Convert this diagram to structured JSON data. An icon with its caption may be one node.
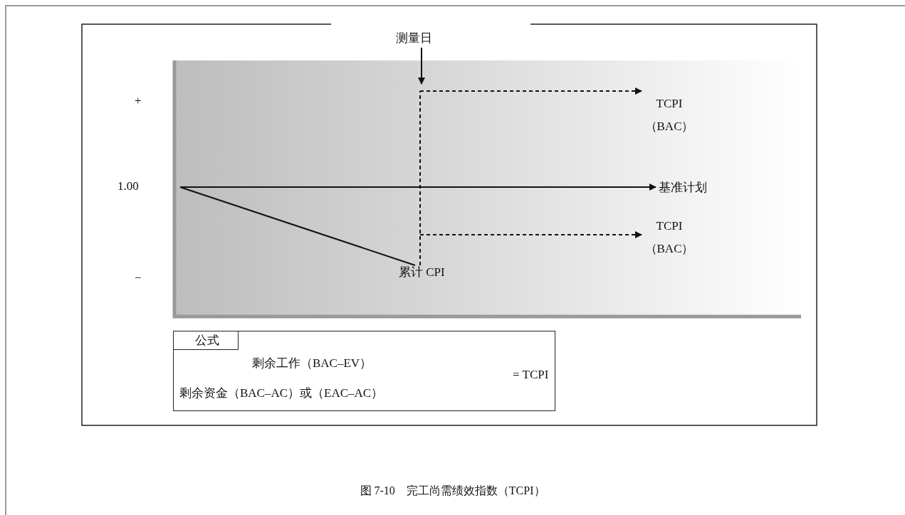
{
  "diagram": {
    "caption": "图 7-10　完工尚需绩效指数（TCPI）",
    "nodes": [
      {
        "text": [
          "测量日"
        ]
      },
      {
        "text": [
          "TCPI （BAC）"
        ]
      },
      {
        "text": [
          "基准计划"
        ]
      },
      {
        "text": [
          "TCPI （BAC）"
        ]
      },
      {
        "text": [
          "累计 CPI"
        ]
      },
      {
        "text": [
          "公式",
          "剩余工作（BAC–EV）",
          "剩余资金（BAC–AC）或（EAC–AC）",
          "= TCPI"
        ]
      }
    ],
    "edges": [
      {
        "from": 0,
        "to": null,
        "arrow": "to"
      },
      {
        "from": null,
        "to": 2,
        "arrow": "to"
      },
      {
        "from": null,
        "to": 1,
        "arrow": "to",
        "style": "dashed"
      },
      {
        "from": null,
        "to": 3,
        "arrow": "to",
        "style": "dashed"
      },
      {
        "from": null,
        "to": 4,
        "arrow": "none"
      },
      {
        "from": 4,
        "to": null,
        "arrow": "none",
        "style": "dashed"
      }
    ],
    "labels": [
      "+",
      "1.00",
      "−"
    ]
  }
}
